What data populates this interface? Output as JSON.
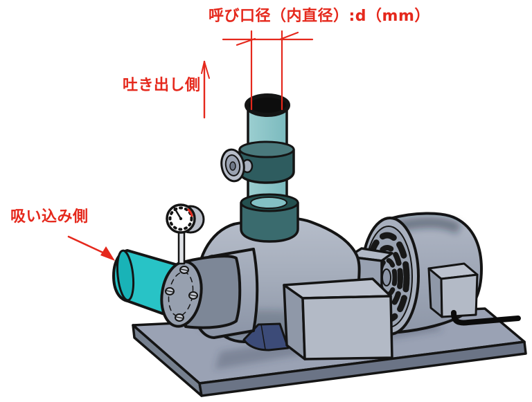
{
  "annotations": {
    "nominal_bore": {
      "label": "呼び口径（内直径）:d（mm）"
    },
    "discharge": {
      "label": "吐き出し側"
    },
    "suction": {
      "label": "吸い込み側"
    }
  },
  "colors": {
    "annotation_red": "#e5281c",
    "discharge_pipe_teal": "#8cc6c8",
    "pipe_band_dark_teal": "#2e5c5f",
    "suction_pipe_cyan": "#28c3c6",
    "machine_gray": "#a6aebc",
    "base_top_gray": "#9aa2b4",
    "base_side_gray": "#6b7486",
    "support_navy": "#3c4b78",
    "outline_black": "#141414",
    "gauge_face_white": "#ffffff"
  }
}
